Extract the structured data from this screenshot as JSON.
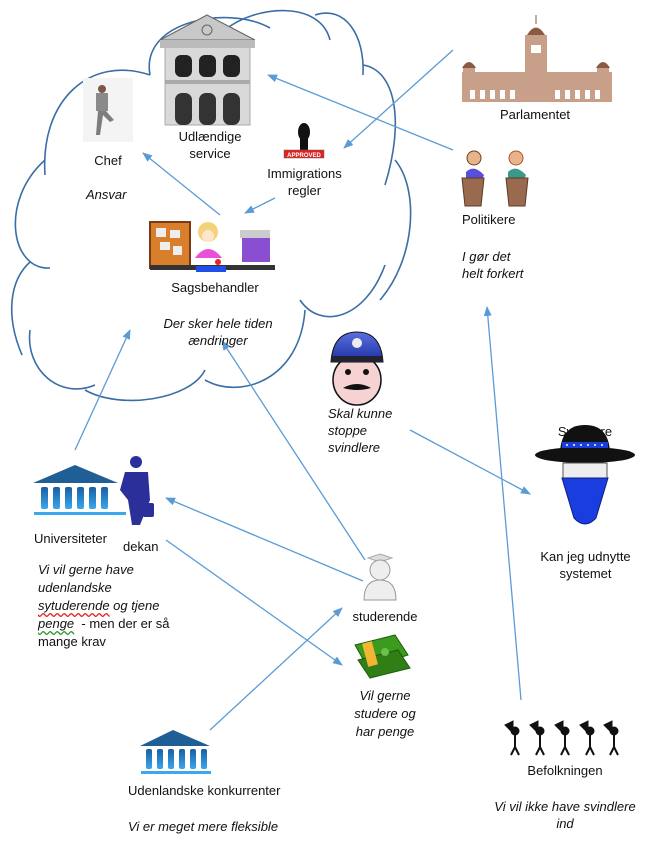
{
  "diagram": {
    "colors": {
      "cloud": "#3a6ea5",
      "arrow": "#5b9bd5",
      "university": "#1f6fb5",
      "dean": "#2a2f9a",
      "parliament": "#c8a08a",
      "bandit_mask": "#1a3de0",
      "police_cap": "#2b3fbf",
      "money": "#3c9a1e"
    },
    "nodes": {
      "udlaendige": {
        "icon": "government-building-icon",
        "label_line1": "Udlændige",
        "label_line2": "service"
      },
      "chef": {
        "icon": "businessman-photo",
        "label": "Chef",
        "note": "Ansvar"
      },
      "immigration": {
        "icon": "approved-stamp-icon",
        "stamp_text": "APPROVED",
        "label_line1": "Immigrations",
        "label_line2": "regler"
      },
      "sagsbehandler": {
        "icon": "office-worker-icon",
        "label": "Sagsbehandler",
        "note_line1": "Der sker hele tiden",
        "note_line2": "ændringer"
      },
      "parlamentet": {
        "icon": "parliament-building-icon",
        "label": "Parlamentet"
      },
      "politikere": {
        "icon": "politicians-podium-icon",
        "label": "Politikere",
        "note_line1": "I gør det",
        "note_line2": "helt forkert"
      },
      "politi": {
        "icon": "police-officer-icon",
        "note_line1": "Skal kunne",
        "note_line2": "stoppe",
        "note_line3": "svindlere"
      },
      "svindlere": {
        "icon": "bandit-icon",
        "label": "Svindlere",
        "note_line1": "Kan jeg udnytte",
        "note_line2": "systemet"
      },
      "universiteter": {
        "icon": "university-building-icon",
        "label": "Universiteter",
        "note_line1": "Vi vil gerne have",
        "note_line2": "udenlandske",
        "note_line3a": "sytuderende",
        "note_line3b": " og tjene",
        "note_line4a": "penge",
        "note_line4b": "  - men der er så",
        "note_line5": "mange krav"
      },
      "dekan": {
        "icon": "dean-silhouette-icon",
        "label": "dekan"
      },
      "studerende": {
        "icon": "student-avatar-icon",
        "label": "studerende"
      },
      "penge": {
        "icon": "money-stack-icon",
        "note_line1": "Vil gerne",
        "note_line2": "studere og",
        "note_line3": "har penge"
      },
      "konkurrenter": {
        "icon": "university-building-icon",
        "label": "Udenlandske konkurrenter",
        "note": "Vi er meget mere fleksible"
      },
      "befolkningen": {
        "icon": "protesters-megaphone-icon",
        "label": "Befolkningen",
        "note_line1": "Vi vil ikke have svindlere",
        "note_line2": "ind"
      }
    },
    "edges": [
      {
        "from": "politikere",
        "to": "udlaendige"
      },
      {
        "from": "parlamentet",
        "to": "immigration"
      },
      {
        "from": "immigration",
        "to": "sagsbehandler"
      },
      {
        "from": "sagsbehandler",
        "to": "chef"
      },
      {
        "from": "universiteter",
        "to": "sagsbehandler"
      },
      {
        "from": "studerende",
        "to": "sagsbehandler"
      },
      {
        "from": "studerende",
        "to": "dekan"
      },
      {
        "from": "dekan",
        "to": "penge"
      },
      {
        "from": "konkurrenter",
        "to": "studerende"
      },
      {
        "from": "politi",
        "to": "svindlere"
      },
      {
        "from": "befolkningen",
        "to": "politikere"
      }
    ]
  }
}
